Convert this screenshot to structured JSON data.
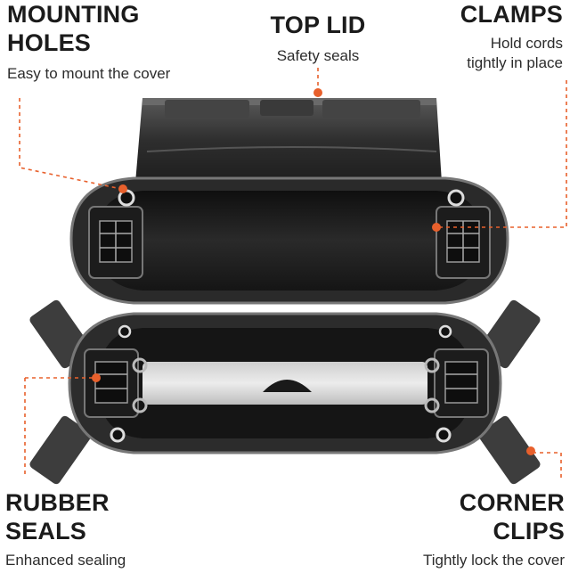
{
  "labels": {
    "mounting_holes": {
      "title": "MOUNTING\nHOLES",
      "subtitle": "Easy to mount the cover"
    },
    "top_lid": {
      "title": "TOP LID",
      "subtitle": "Safety seals"
    },
    "clamps": {
      "title": "CLAMPS",
      "subtitle": "Hold cords\ntightly in place"
    },
    "rubber_seals": {
      "title": "RUBBER\nSEALS",
      "subtitle": "Enhanced sealing"
    },
    "corner_clips": {
      "title": "CORNER\nCLIPS",
      "subtitle": "Tightly lock the cover"
    }
  },
  "colors": {
    "accent": "#e8602c",
    "body_dark": "#2b2b2b",
    "body_mid": "#4a4a4a",
    "lid_gray": "#3a3a3a",
    "rubber_light": "#d8d8d8"
  },
  "icons": {
    "callout_marker": "orange-dot"
  }
}
